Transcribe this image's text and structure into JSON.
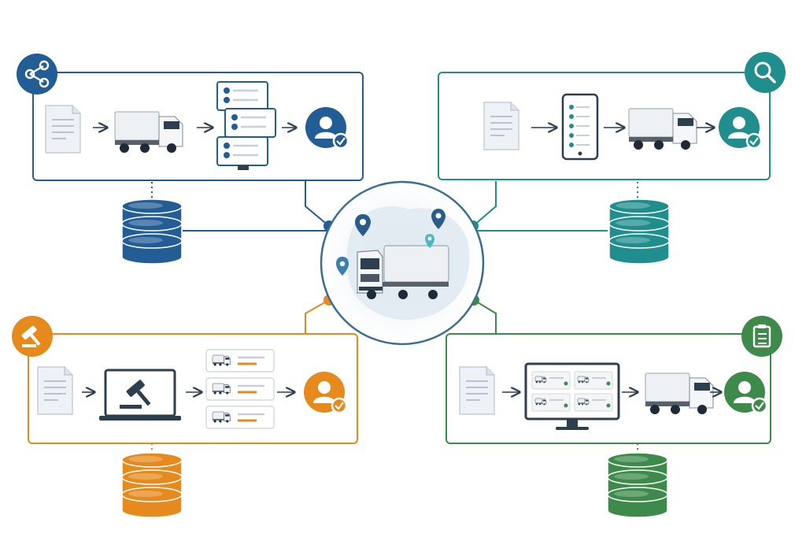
{
  "colors": {
    "blue": "#235d96",
    "teal": "#1f8e8c",
    "orange": "#e68a1e",
    "green": "#3e8a4a",
    "hub_ring": "#3a6f90",
    "arrow": "#2c3e50",
    "doc_fill": "#eef2f6",
    "doc_line": "#b9c4cf",
    "truck_body": "#eef1f4",
    "truck_cab": "#f4f6f8",
    "map_fill": "#dfe8f0"
  },
  "hub": {
    "center_icon": "truck-on-map-icon",
    "pin_icons": [
      "map-pin-icon",
      "map-pin-icon",
      "map-pin-icon",
      "map-pin-icon"
    ]
  },
  "panels": [
    {
      "id": "share",
      "badge_icon": "share-network-icon",
      "color_key": "blue",
      "steps": [
        "document-icon",
        "truck-icon",
        "stacked-screens-icon",
        "verified-user-icon"
      ]
    },
    {
      "id": "search",
      "badge_icon": "search-icon",
      "color_key": "teal",
      "steps": [
        "document-icon",
        "mobile-phone-icon",
        "truck-icon",
        "verified-user-icon"
      ]
    },
    {
      "id": "auction",
      "badge_icon": "gavel-icon",
      "color_key": "orange",
      "steps": [
        "document-icon",
        "laptop-gavel-icon",
        "truck-list-icon",
        "verified-user-icon"
      ]
    },
    {
      "id": "clipboard",
      "badge_icon": "clipboard-list-icon",
      "color_key": "green",
      "steps": [
        "document-icon",
        "monitor-dashboard-icon",
        "truck-icon",
        "verified-user-icon"
      ]
    }
  ],
  "databases": [
    {
      "icon": "database-icon",
      "color_key": "blue"
    },
    {
      "icon": "database-icon",
      "color_key": "teal"
    },
    {
      "icon": "database-icon",
      "color_key": "orange"
    },
    {
      "icon": "database-icon",
      "color_key": "green"
    }
  ]
}
